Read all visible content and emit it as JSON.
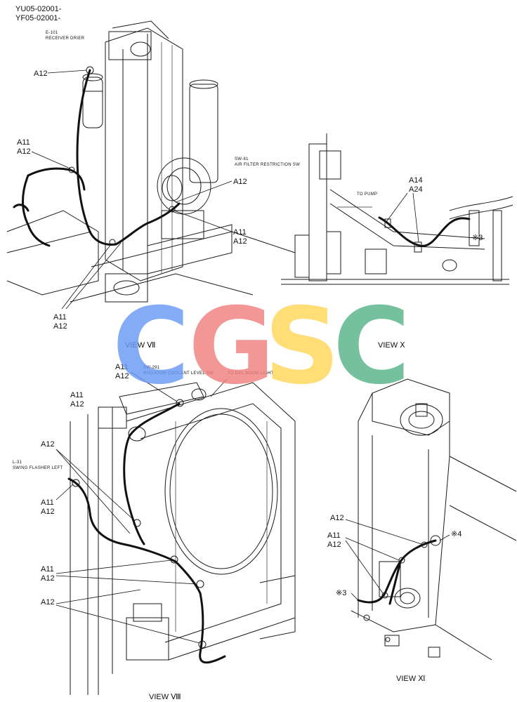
{
  "header": {
    "serial_1": "YU05-02001-",
    "serial_2": "YF05-02001-"
  },
  "views": {
    "vii": "VIEW Ⅶ",
    "x": "VIEW Ⅹ",
    "viii": "VIEW Ⅷ",
    "xi": "VIEW Ⅺ"
  },
  "components": {
    "receiver_drier_code": "E-101",
    "receiver_drier_name": "RECEIVER DRIER",
    "air_filter_code": "SW-81",
    "air_filter_name": "AIR FILTER RESTRICTION SW",
    "to_pump": "TO PUMP",
    "coolant_code": "SW-291",
    "coolant_name": "RADIATOR COOLANT LEVEL SW",
    "to_boom_light": "TO DVL BOOM LIGHT",
    "flasher_code": "L-31",
    "flasher_name": "SWING FLASHER LEFT"
  },
  "callouts": {
    "a11": "A11",
    "a12": "A12",
    "a14": "A14",
    "a24": "A24",
    "ref3": "※3",
    "ref4": "※4"
  },
  "watermark": {
    "letters": [
      "C",
      "G",
      "S",
      "C"
    ],
    "colors": [
      "#6a9af5",
      "#f07f7f",
      "#ffd65a",
      "#58b488"
    ]
  }
}
